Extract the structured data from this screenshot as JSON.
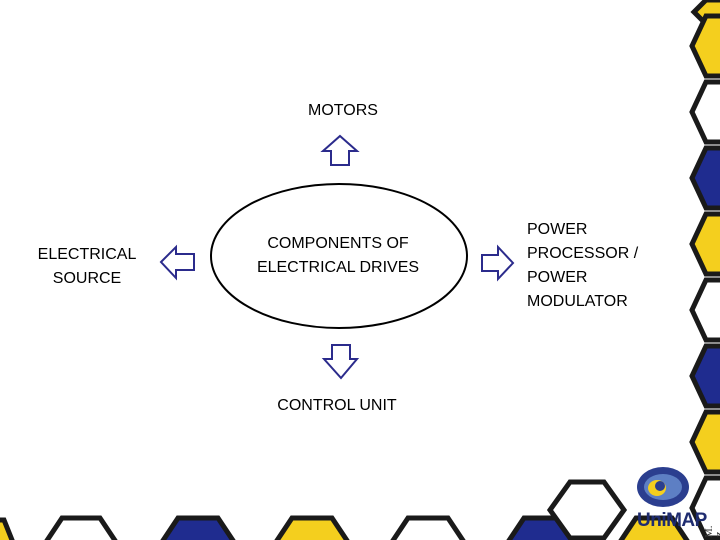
{
  "diagram": {
    "center_label": "COMPONENTS OF ELECTRICAL DRIVES",
    "top_label": "MOTORS",
    "left_label_line1": "ELECTRICAL",
    "left_label_line2": "SOURCE",
    "right_label_line1": "POWER",
    "right_label_line2": "PROCESSOR /",
    "right_label_line3": "POWER",
    "right_label_line4": "MODULATOR",
    "bottom_label": "CONTROL UNIT",
    "center_line1": "COMPONENTS OF",
    "center_line2": "ELECTRICAL DRIVES"
  },
  "branding": {
    "logo_text": "UniMAP",
    "author_initials": "M. Z. A."
  },
  "colors": {
    "arrow_stroke": "#2b2b8c",
    "hex_blue": "#1f2c8f",
    "hex_yellow": "#f4cf1e",
    "hex_outline": "#1a1a1a"
  }
}
